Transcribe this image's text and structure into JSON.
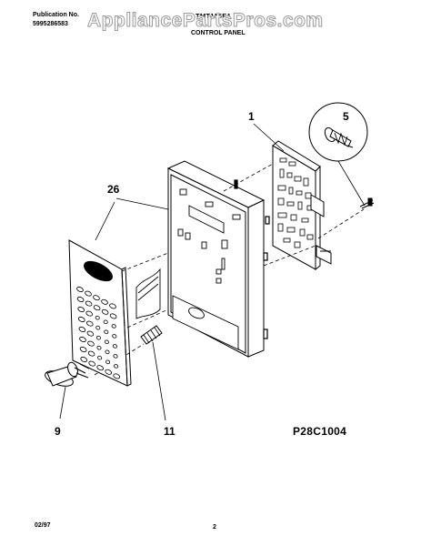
{
  "header": {
    "publication_label": "Publication No.",
    "publication_number": "5995286583",
    "model": "TMT115E1",
    "section_title": "CONTROL PANEL"
  },
  "watermark": "AppliancePartsPros.com",
  "callouts": [
    "1",
    "5",
    "26",
    "9",
    "11"
  ],
  "diagram_ref": "P28C1004",
  "footer": {
    "date": "02/97",
    "page": "2"
  }
}
